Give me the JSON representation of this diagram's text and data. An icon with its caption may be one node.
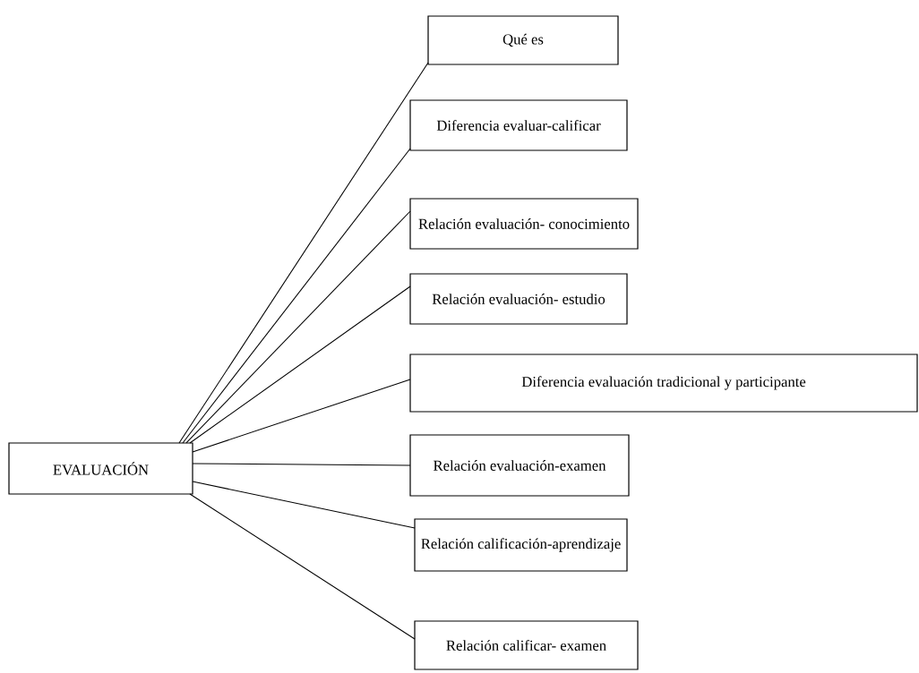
{
  "diagram": {
    "nodes": [
      {
        "text": [
          "EVALUACIÓN"
        ]
      },
      {
        "text": [
          "Qué es"
        ]
      },
      {
        "text": [
          "Diferencia evaluar-calificar"
        ]
      },
      {
        "text": [
          "Relación evaluación- conocimiento"
        ]
      },
      {
        "text": [
          "Relación evaluación- estudio"
        ]
      },
      {
        "text": [
          "Diferencia evaluación tradicional y participante"
        ]
      },
      {
        "text": [
          "Relación evaluación-examen"
        ]
      },
      {
        "text": [
          "Relación calificación-aprendizaje"
        ]
      },
      {
        "text": [
          "Relación calificar- examen"
        ]
      }
    ],
    "edges": [
      {
        "from": 0,
        "to": 1,
        "arrow": "none"
      },
      {
        "from": 0,
        "to": 2,
        "arrow": "none"
      },
      {
        "from": 0,
        "to": 3,
        "arrow": "none"
      },
      {
        "from": 0,
        "to": 4,
        "arrow": "none"
      },
      {
        "from": 0,
        "to": 5,
        "arrow": "none"
      },
      {
        "from": 0,
        "to": 6,
        "arrow": "none"
      },
      {
        "from": 0,
        "to": 7,
        "arrow": "none"
      },
      {
        "from": 0,
        "to": 8,
        "arrow": "none"
      }
    ]
  }
}
